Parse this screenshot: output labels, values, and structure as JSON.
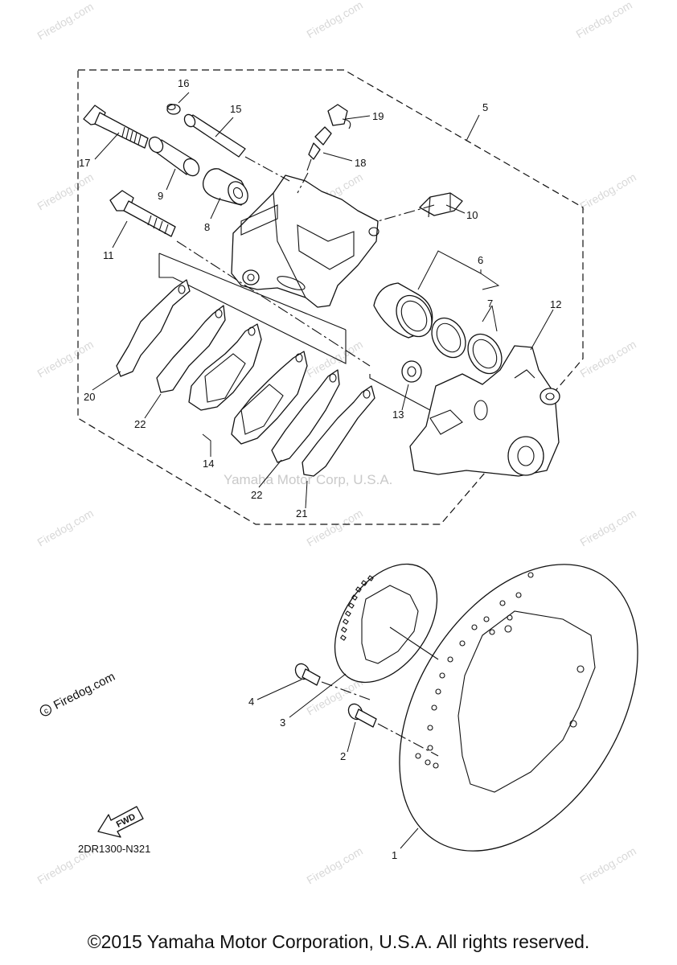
{
  "watermark": {
    "symbol": "©",
    "text": "Firedog.com"
  },
  "center_watermark": "Yamaha Motor Corp, U.S.A.",
  "callouts": [
    "1",
    "2",
    "3",
    "4",
    "5",
    "6",
    "7",
    "8",
    "9",
    "10",
    "11",
    "12",
    "13",
    "14",
    "15",
    "16",
    "17",
    "18",
    "19",
    "20",
    "21",
    "22",
    "22"
  ],
  "front_arrow_label": "FWD",
  "diagram_code": "2DR1300-N321",
  "copyright": "©2015 Yamaha Motor Corporation, U.S.A. All rights reserved."
}
